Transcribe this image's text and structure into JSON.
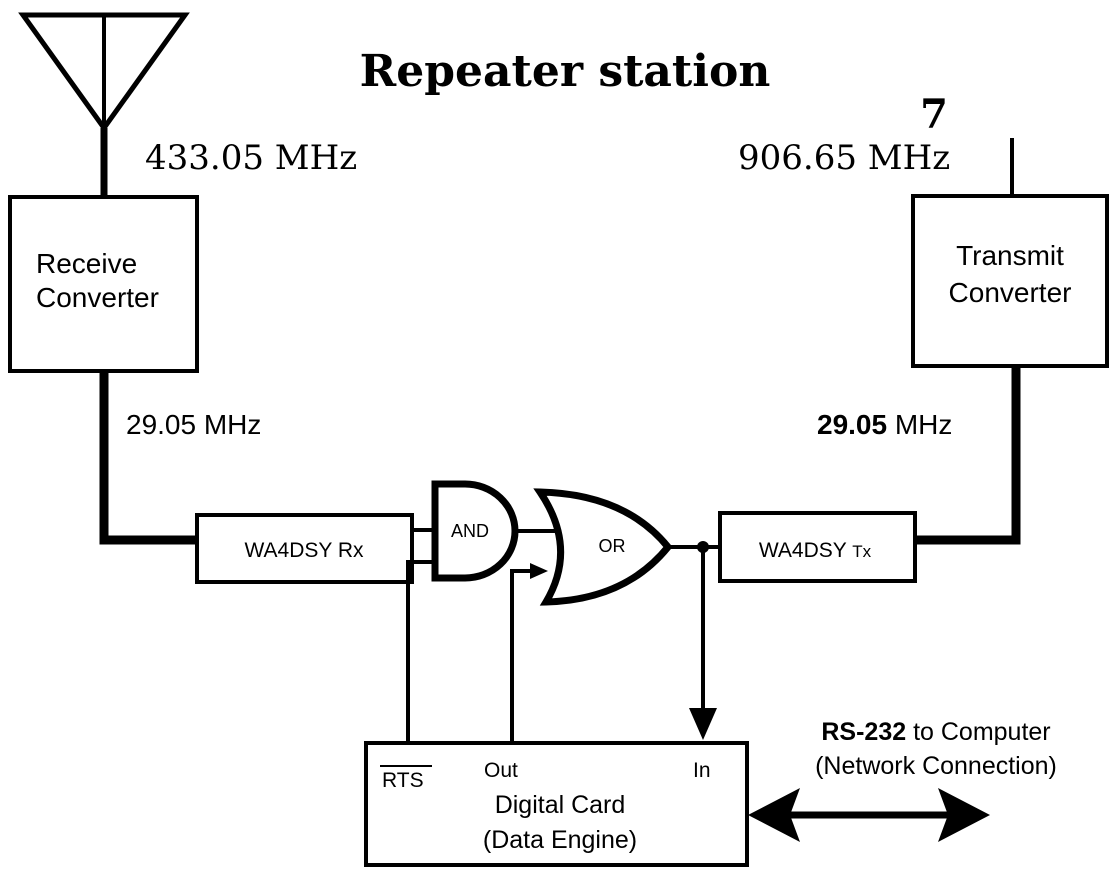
{
  "title": "Repeater station",
  "page_number": "7",
  "receive_antenna_freq": "433.05 MHz",
  "transmit_antenna_freq": "906.65 MHz",
  "receive_converter": {
    "line1": "Receive",
    "line2": "Converter"
  },
  "transmit_converter": {
    "line1": "Transmit",
    "line2": "Converter"
  },
  "rx_if_freq": "29.05 MHz",
  "tx_if_freq_bold": "29.05",
  "tx_if_freq_unit": " MHz",
  "rx_modem": "WA4DSY Rx",
  "tx_modem_main": "WA4DSY ",
  "tx_modem_suffix": "Tx",
  "and_gate": "AND",
  "or_gate": "OR",
  "digital_card": {
    "rts": "RTS",
    "out": "Out",
    "in": "In",
    "name": "Digital Card",
    "subtitle": "(Data Engine)"
  },
  "rs232": {
    "line1_bold": "RS-232",
    "line1_rest": " to Computer",
    "line2": "(Network Connection)"
  }
}
